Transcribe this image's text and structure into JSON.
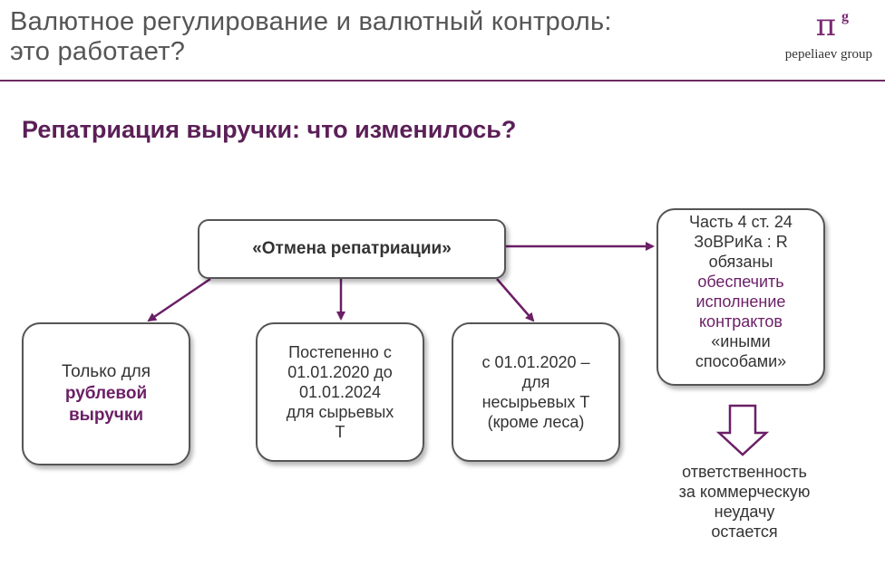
{
  "header": {
    "title_line1": "Валютное регулирование и валютный контроль:",
    "title_line2": "это работает?",
    "logo_mark": "π",
    "logo_superscript": "g",
    "logo_wordmark": "pepeliaev group"
  },
  "subtitle": "Репатриация выручки: что изменилось?",
  "main_box": "«Отмена репатриации»",
  "box_a": {
    "line1": "Только для",
    "line2": "рублевой",
    "line3": "выручки"
  },
  "box_b": {
    "line1": "Постепенно с",
    "line2": "01.01.2020 до",
    "line3": "01.01.2024",
    "line4": "для сырьевых",
    "line5": "Т"
  },
  "box_c": {
    "line1": "с 01.01.2020 –",
    "line2": "для",
    "line3": "несырьевых Т",
    "line4": "(кроме леса)"
  },
  "box_d": {
    "line1": "Часть 4 ст. 24",
    "line2": "ЗоВРиКа : R",
    "line3": "обязаны",
    "line4": "обеспечить",
    "line5": "исполнение",
    "line6": "контрактов",
    "line7": "«иными",
    "line8": "способами»"
  },
  "responsibility": {
    "line1": "ответственность",
    "line2": "за коммерческую",
    "line3": "неудачу",
    "line4": "остается"
  },
  "colors": {
    "accent": "#6b1f66",
    "text": "#333333",
    "title": "#555555"
  }
}
